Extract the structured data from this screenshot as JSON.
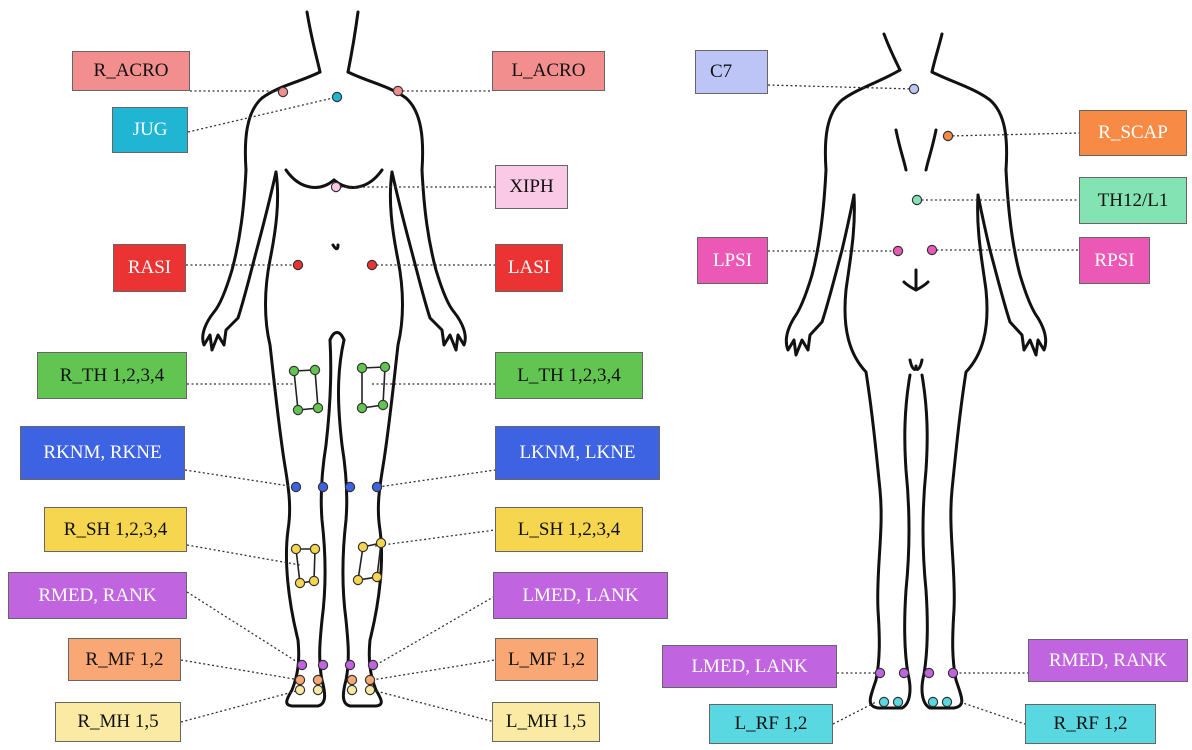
{
  "colors": {
    "acro": "#f28e8e",
    "jug": "#1fb5d3",
    "xiph": "#f9c9e6",
    "asi": "#ec3333",
    "thigh": "#62c552",
    "knee": "#3d63e3",
    "shank": "#f6d54f",
    "ankle": "#c064e0",
    "mf": "#f9a774",
    "mh": "#faeaa3",
    "c7": "#bcc5f6",
    "scap": "#f78a45",
    "th12": "#84e3b3",
    "psi": "#ec58b6",
    "rf": "#5ad8e2",
    "outline": "#111111",
    "leader": "#333333"
  },
  "front_labels": {
    "r_acro": "R_ACRO",
    "l_acro": "L_ACRO",
    "jug": "JUG",
    "xiph": "XIPH",
    "rasi": "RASI",
    "lasi": "LASI",
    "r_th": "R_TH 1,2,3,4",
    "l_th": "L_TH 1,2,3,4",
    "r_knee": "RKNM, RKNE",
    "l_knee": "LKNM, LKNE",
    "r_sh": "R_SH 1,2,3,4",
    "l_sh": "L_SH 1,2,3,4",
    "r_ankle": "RMED, RANK",
    "l_ankle": "LMED, LANK",
    "r_mf": "R_MF 1,2",
    "l_mf": "L_MF 1,2",
    "r_mh": "R_MH 1,5",
    "l_mh": "L_MH 1,5"
  },
  "back_labels": {
    "c7": "C7",
    "r_scap": "R_SCAP",
    "th12": "TH12/L1",
    "lpsi": "LPSI",
    "rpsi": "RPSI",
    "l_ankle": "LMED, LANK",
    "r_ankle": "RMED, RANK",
    "l_rf": "L_RF 1,2",
    "r_rf": "R_RF 1,2"
  }
}
